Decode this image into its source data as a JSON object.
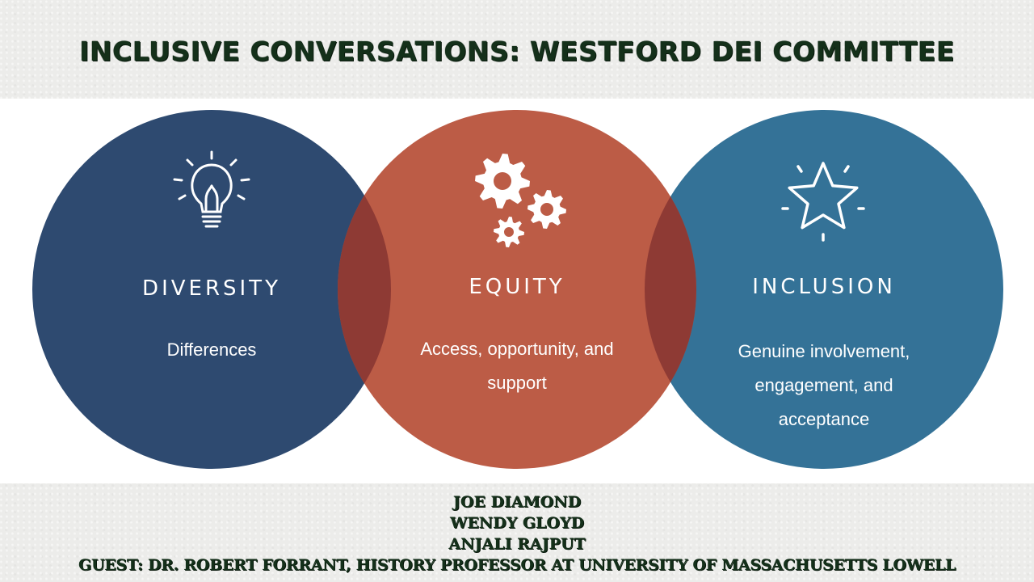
{
  "title": "INCLUSIVE CONVERSATIONS: WESTFORD DEI COMMITTEE",
  "colors": {
    "diversity": "#2e4a70",
    "equity": "#bc5c46",
    "inclusion": "#347297",
    "overlap": "#8e3a34"
  },
  "circles": [
    {
      "label": "DIVERSITY",
      "description": [
        "Differences"
      ],
      "icon": "lightbulb-icon"
    },
    {
      "label": "EQUITY",
      "description": [
        "Access, opportunity, and",
        "support"
      ],
      "icon": "gears-icon"
    },
    {
      "label": "INCLUSION",
      "description": [
        "Genuine involvement,",
        "engagement, and",
        "acceptance"
      ],
      "icon": "star-icon"
    }
  ],
  "credits": {
    "names": [
      "JOE DIAMOND",
      "WENDY GLOYD",
      "ANJALI RAJPUT"
    ],
    "guest": "GUEST: DR. ROBERT FORRANT, HISTORY PROFESSOR AT UNIVERSITY OF MASSACHUSETTS LOWELL"
  }
}
